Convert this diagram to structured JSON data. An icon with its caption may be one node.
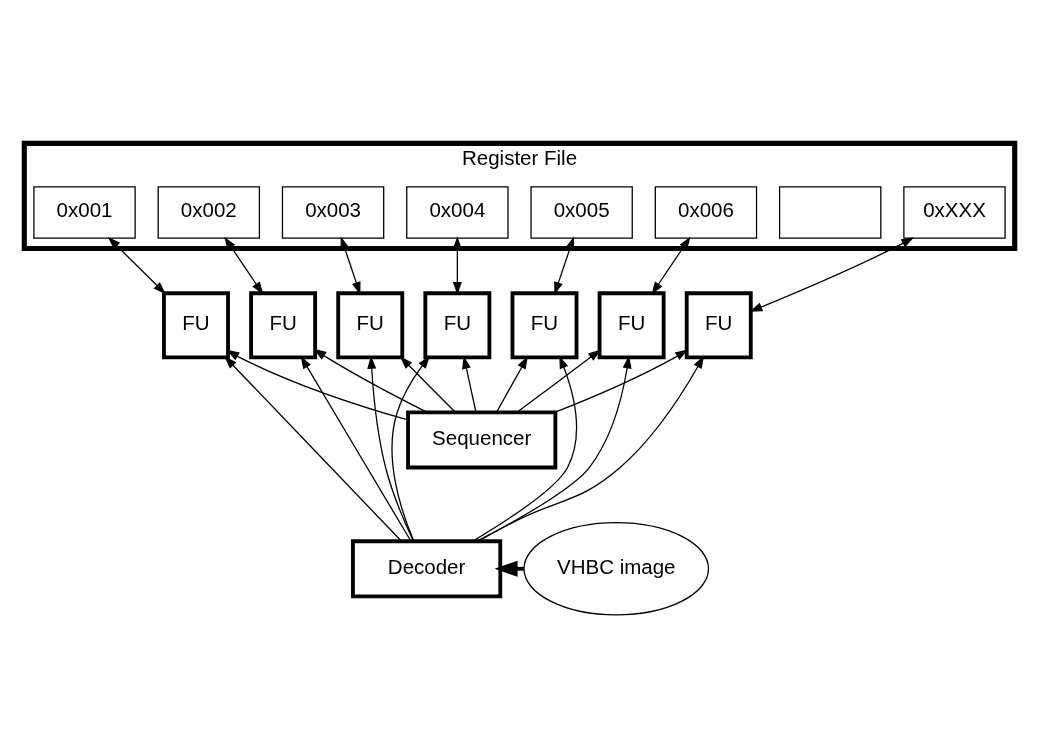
{
  "diagram": {
    "nodes": [
      {
        "text": [
          "Register File"
        ]
      },
      {
        "text": [
          "0x001"
        ],
        "in": 0
      },
      {
        "text": [
          "0x002"
        ],
        "in": 0
      },
      {
        "text": [
          "0x003"
        ],
        "in": 0
      },
      {
        "text": [
          "0x004"
        ],
        "in": 0
      },
      {
        "text": [
          "0x005"
        ],
        "in": 0
      },
      {
        "text": [
          "0x006"
        ],
        "in": 0
      },
      {
        "text": [],
        "shape": "box",
        "in": 0
      },
      {
        "text": [
          "0xXXX"
        ],
        "in": 0
      },
      {
        "text": [
          "FU"
        ]
      },
      {
        "text": [
          "FU"
        ]
      },
      {
        "text": [
          "FU"
        ]
      },
      {
        "text": [
          "FU"
        ]
      },
      {
        "text": [
          "FU"
        ]
      },
      {
        "text": [
          "FU"
        ]
      },
      {
        "text": [
          "FU"
        ]
      },
      {
        "text": [
          "Sequencer"
        ]
      },
      {
        "text": [
          "Decoder"
        ]
      },
      {
        "text": [
          "VHBC image"
        ]
      }
    ],
    "edges": [
      {
        "from": 1,
        "to": 9,
        "arrow": "both"
      },
      {
        "from": 2,
        "to": 10,
        "arrow": "both"
      },
      {
        "from": 3,
        "to": 11,
        "arrow": "both"
      },
      {
        "from": 4,
        "to": 12,
        "arrow": "both"
      },
      {
        "from": 5,
        "to": 13,
        "arrow": "both"
      },
      {
        "from": 6,
        "to": 14,
        "arrow": "both"
      },
      {
        "from": 8,
        "to": 15,
        "arrow": "both"
      },
      {
        "from": 16,
        "to": 9,
        "arrow": "to"
      },
      {
        "from": 16,
        "to": 10,
        "arrow": "to"
      },
      {
        "from": 16,
        "to": 11,
        "arrow": "to"
      },
      {
        "from": 16,
        "to": 12,
        "arrow": "to"
      },
      {
        "from": 16,
        "to": 13,
        "arrow": "to"
      },
      {
        "from": 16,
        "to": 14,
        "arrow": "to"
      },
      {
        "from": 16,
        "to": 15,
        "arrow": "to"
      },
      {
        "from": 17,
        "to": 9,
        "arrow": "to"
      },
      {
        "from": 17,
        "to": 10,
        "arrow": "to"
      },
      {
        "from": 17,
        "to": 11,
        "arrow": "to"
      },
      {
        "from": 17,
        "to": 12,
        "arrow": "to"
      },
      {
        "from": 17,
        "to": 13,
        "arrow": "to"
      },
      {
        "from": 17,
        "to": 14,
        "arrow": "to"
      },
      {
        "from": 17,
        "to": 15,
        "arrow": "to"
      },
      {
        "from": 18,
        "to": 17,
        "arrow": "to",
        "style": "thick"
      }
    ]
  }
}
